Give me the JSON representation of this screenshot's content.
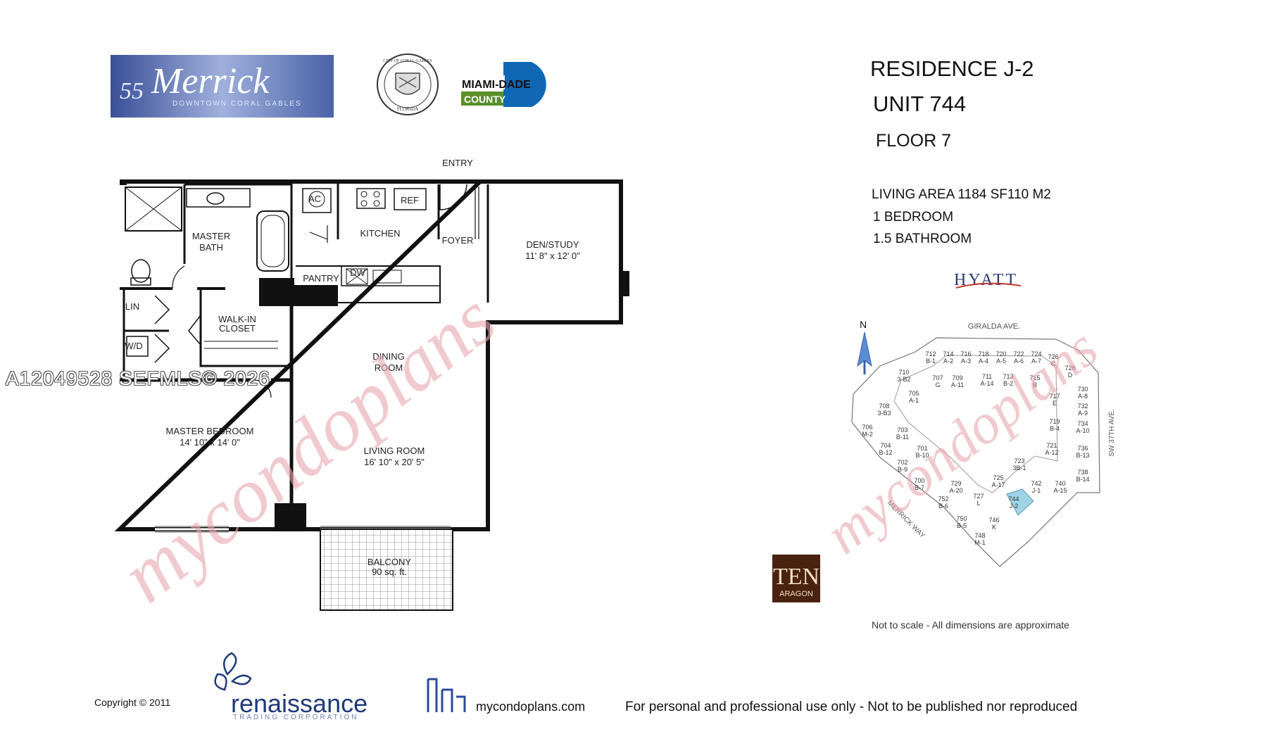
{
  "header": {
    "residence": "RESIDENCE J-2",
    "unit": "UNIT  744",
    "floor": "FLOOR 7",
    "living_area": "LIVING AREA 1184 SF110 M2",
    "bedrooms": "1 BEDROOM",
    "bathrooms": "1.5 BATHROOM"
  },
  "logos": {
    "merrick_number": "55",
    "merrick_name": "Merrick",
    "merrick_sub": "DOWNTOWN CORAL GABLES",
    "seal_top": "CITY OF CORAL GABLES",
    "seal_bottom": "FLORIDA",
    "miami_dade": "MIAMI-DADE",
    "county": "COUNTY",
    "hyatt": "HYATT",
    "ten": "TEN",
    "aragon": "ARAGON",
    "renaissance": "renaissance",
    "renaissance_sub": "TRADING CORPORATION"
  },
  "watermark": {
    "mls_id": "A12049528  SEFMLS© 2026",
    "brand": "mycondoplans"
  },
  "floorplan": {
    "entry": "ENTRY",
    "rooms": [
      {
        "id": "master-bath",
        "lines": [
          "MASTER",
          "BATH"
        ]
      },
      {
        "id": "kitchen",
        "lines": [
          "KITCHEN"
        ]
      },
      {
        "id": "foyer",
        "lines": [
          "FOYER"
        ]
      },
      {
        "id": "den",
        "lines": [
          "DEN/STUDY",
          "11' 8\" x 12' 0\""
        ]
      },
      {
        "id": "pantry",
        "lines": [
          "PANTRY"
        ]
      },
      {
        "id": "walkin",
        "lines": [
          "WALK-IN",
          "CLOSET"
        ]
      },
      {
        "id": "lin",
        "lines": [
          "LIN"
        ]
      },
      {
        "id": "wd",
        "lines": [
          "W/D"
        ]
      },
      {
        "id": "dining",
        "lines": [
          "DINING",
          "ROOM"
        ]
      },
      {
        "id": "master-bedroom",
        "lines": [
          "MASTER BEDROOM",
          "14' 10\" x 14' 0\""
        ]
      },
      {
        "id": "living",
        "lines": [
          "LIVING ROOM",
          "16' 10\" x 20' 5\""
        ]
      },
      {
        "id": "balcony",
        "lines": [
          "BALCONY",
          "90 sq. ft."
        ]
      }
    ],
    "appliances": {
      "ac": "AC",
      "ref": "REF",
      "dw": "DW"
    }
  },
  "site_plan": {
    "north": "N",
    "streets": {
      "giralda": "GIRALDA AVE.",
      "sw37": "SW 37TH AVE.",
      "merrick_way": "MERRICK WAY"
    },
    "units": [
      {
        "n": "712",
        "t": "B-1"
      },
      {
        "n": "714",
        "t": "A-2"
      },
      {
        "n": "716",
        "t": "A-3"
      },
      {
        "n": "718",
        "t": "A-4"
      },
      {
        "n": "720",
        "t": "A-5"
      },
      {
        "n": "722",
        "t": "A-6"
      },
      {
        "n": "724",
        "t": "A-7"
      },
      {
        "n": "726",
        "t": "C"
      },
      {
        "n": "728",
        "t": "D"
      },
      {
        "n": "730",
        "t": "A-8"
      },
      {
        "n": "732",
        "t": "A-9"
      },
      {
        "n": "734",
        "t": "A-10"
      },
      {
        "n": "736",
        "t": "B-13"
      },
      {
        "n": "738",
        "t": "B-14"
      },
      {
        "n": "740",
        "t": "A-15"
      },
      {
        "n": "742",
        "t": "J-1"
      },
      {
        "n": "744",
        "t": "J-2"
      },
      {
        "n": "746",
        "t": "K"
      },
      {
        "n": "748",
        "t": "M-1"
      },
      {
        "n": "750",
        "t": "B-5"
      },
      {
        "n": "752",
        "t": "B-6"
      },
      {
        "n": "700",
        "t": "B-7"
      },
      {
        "n": "702",
        "t": "B-9"
      },
      {
        "n": "704",
        "t": "B-12"
      },
      {
        "n": "706",
        "t": "M-2"
      },
      {
        "n": "708",
        "t": "3-B3"
      },
      {
        "n": "710",
        "t": "3-B2"
      },
      {
        "n": "707",
        "t": "G"
      },
      {
        "n": "709",
        "t": "A-11"
      },
      {
        "n": "711",
        "t": "A-14"
      },
      {
        "n": "713",
        "t": "B-2"
      },
      {
        "n": "715",
        "t": "B"
      },
      {
        "n": "717",
        "t": "E"
      },
      {
        "n": "719",
        "t": "B-4"
      },
      {
        "n": "721",
        "t": "A-12"
      },
      {
        "n": "723",
        "t": "3B-1"
      },
      {
        "n": "725",
        "t": "A-17"
      },
      {
        "n": "727",
        "t": "L"
      },
      {
        "n": "729",
        "t": "A-20"
      },
      {
        "n": "701",
        "t": "B-10"
      },
      {
        "n": "703",
        "t": "B-11"
      },
      {
        "n": "705",
        "t": "A-1"
      }
    ],
    "highlight_color": "#9fd3e6",
    "note": "Not to scale - All dimensions are approximate"
  },
  "footer": {
    "copyright": "Copyright  ©   2011",
    "site": "mycondoplans.com",
    "usage": "For personal and professional use only - Not to be published nor reproduced"
  },
  "colors": {
    "wall": "#111111",
    "watermark_red": "#e7a7ad",
    "watermark_gray": "#9a9a9a",
    "miami_blue": "#1068b5",
    "county_green": "#5a8f2a"
  }
}
